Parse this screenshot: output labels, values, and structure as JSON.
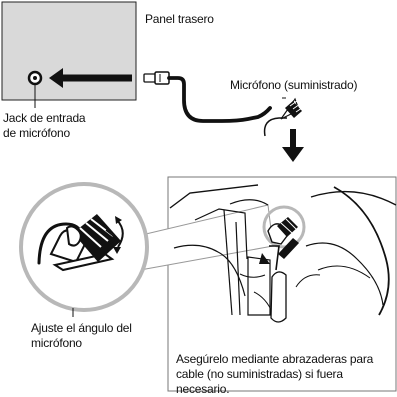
{
  "labels": {
    "rear_panel": "Panel trasero",
    "microphone_supplied": "Micrófono (suministrado)",
    "jack_line1": "Jack de entrada",
    "jack_line2": "de micrófono",
    "adjust_line1": "Ajuste el ángulo del",
    "adjust_line2": "micrófono",
    "secure_line1": "Asegúrelo mediante abrazaderas para",
    "secure_line2": "cable (no suministradas) si fuera necesario."
  },
  "colors": {
    "panel_fill": "#d9d9d9",
    "lines": "#111111",
    "magnifier": "#b8b8b8"
  },
  "icons": [
    "microphone-icon",
    "plug-icon",
    "arrow-left-icon",
    "arrow-down-icon",
    "clip-icon",
    "rotate-arrow-icon"
  ]
}
